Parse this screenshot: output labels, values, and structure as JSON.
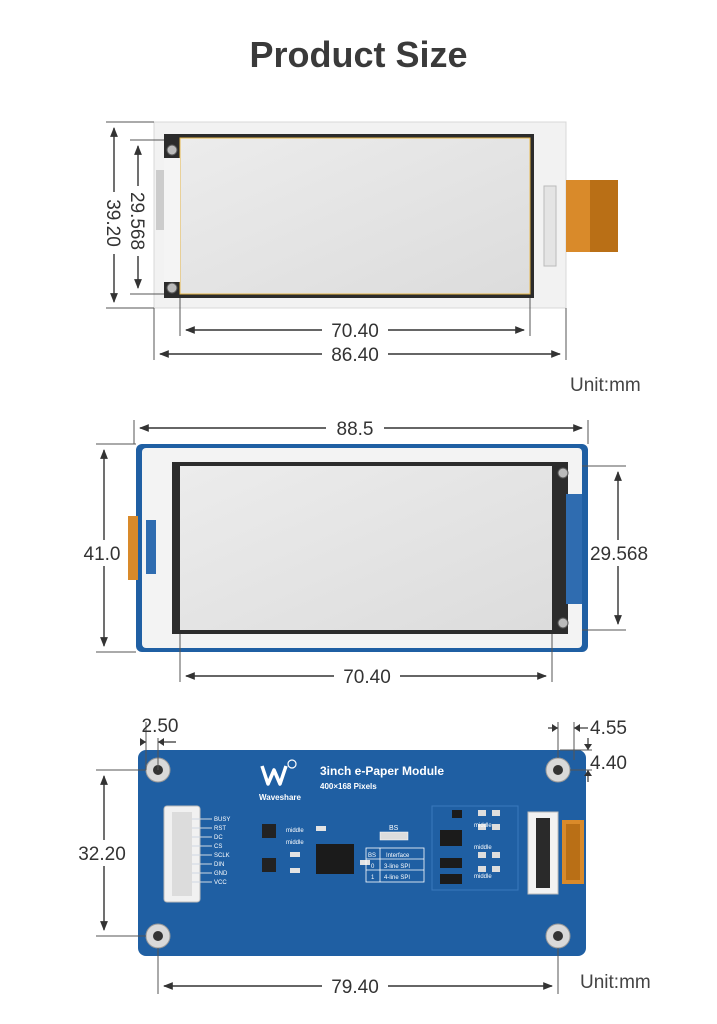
{
  "title": "Product Size",
  "unit_label": "Unit:mm",
  "diagram1": {
    "height_outer": "39.20",
    "height_active": "29.568",
    "width_active": "70.40",
    "width_outer": "86.40"
  },
  "diagram2": {
    "width_outer": "88.5",
    "height_outer": "41.0",
    "height_active": "29.568",
    "width_active": "70.40"
  },
  "diagram3": {
    "hole_offset_left": "2.50",
    "hole_offset_right": "4.55",
    "hole_offset_top": "4.40",
    "hole_spacing_vertical": "32.20",
    "hole_spacing_horizontal": "79.40",
    "module_title": "3inch e-Paper Module",
    "module_subtitle": "400×168 Pixels",
    "brand": "Waveshare",
    "pins": [
      "BUSY",
      "RST",
      "DC",
      "CS",
      "SCLK",
      "DIN",
      "GND",
      "VCC"
    ],
    "bs_label": "BS",
    "middle_label": "middle",
    "table_headers": [
      "BS",
      "Interface"
    ],
    "table_rows": [
      [
        "0",
        "3-line SPI"
      ],
      [
        "1",
        "4-line SPI"
      ]
    ]
  },
  "colors": {
    "pcb_blue": "#1f5fa3",
    "fpc_orange": "#d98a2a",
    "screen_gray": "#e6e6e6"
  }
}
